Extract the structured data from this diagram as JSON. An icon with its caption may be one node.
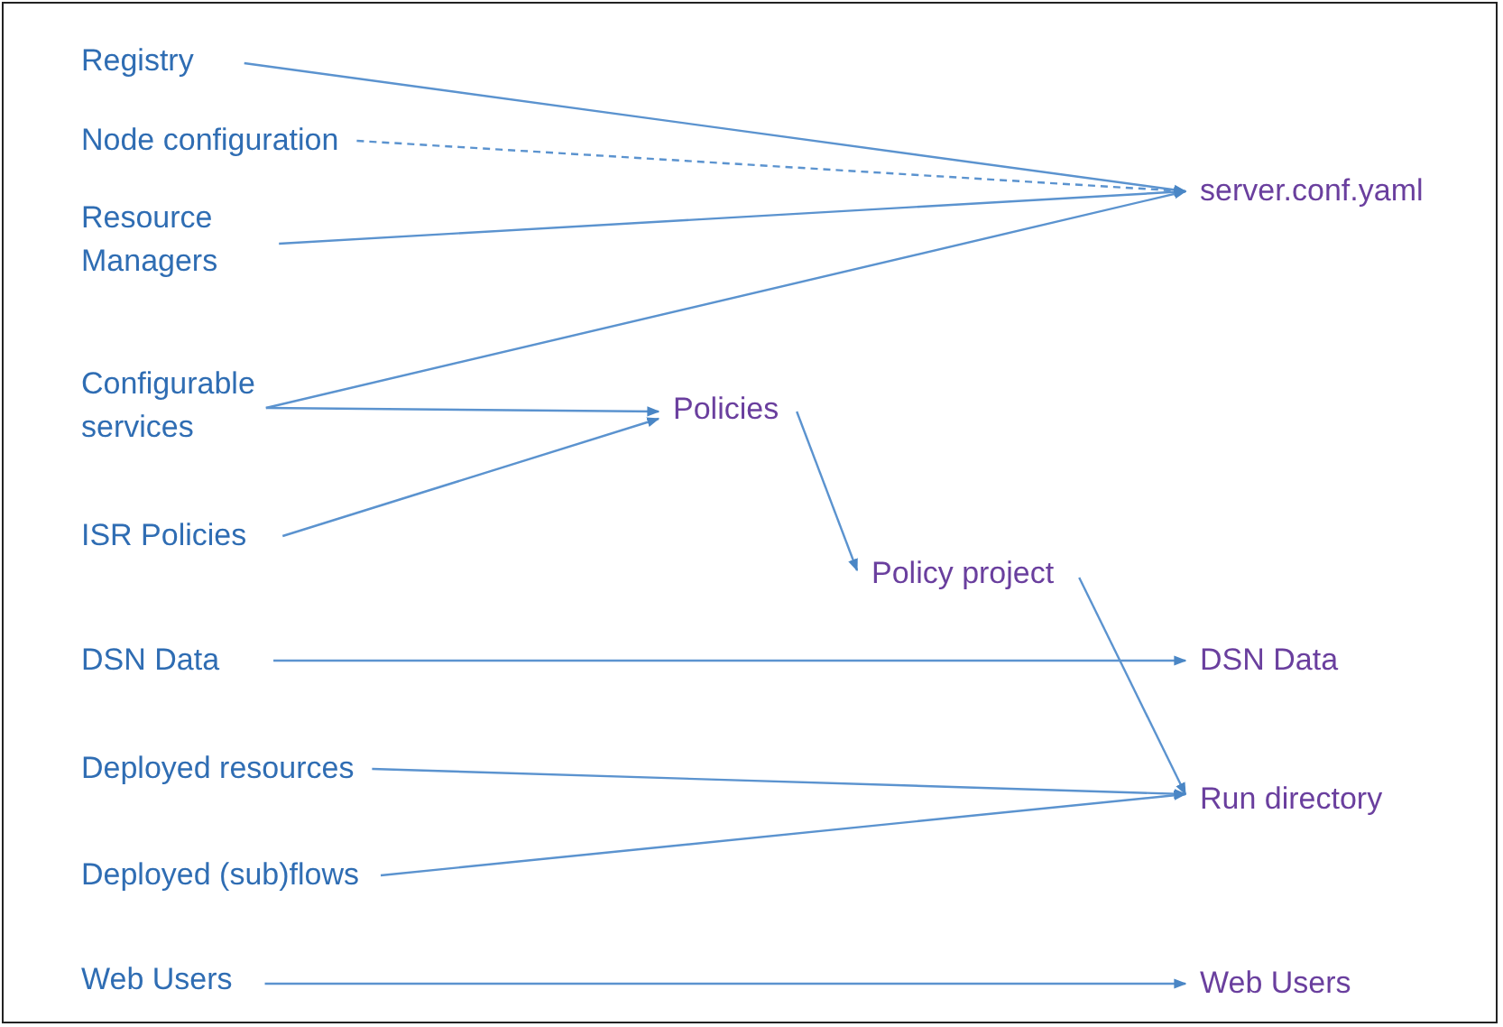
{
  "diagram": {
    "nodes": [
      {
        "text": [
          "Registry"
        ]
      },
      {
        "text": [
          "Node configuration"
        ]
      },
      {
        "text": [
          "Resource Managers"
        ]
      },
      {
        "text": [
          "Configurable services"
        ]
      },
      {
        "text": [
          "ISR Policies"
        ]
      },
      {
        "text": [
          "DSN Data"
        ]
      },
      {
        "text": [
          "Deployed resources"
        ]
      },
      {
        "text": [
          "Deployed (sub)flows"
        ]
      },
      {
        "text": [
          "Web Users"
        ]
      },
      {
        "text": [
          "server.conf.yaml"
        ]
      },
      {
        "text": [
          "Policies"
        ]
      },
      {
        "text": [
          "Policy project"
        ]
      },
      {
        "text": [
          "DSN Data"
        ]
      },
      {
        "text": [
          "Run directory"
        ]
      },
      {
        "text": [
          "Web Users"
        ]
      }
    ],
    "edges": [
      {
        "from": 0,
        "to": 9,
        "arrow": "to"
      },
      {
        "from": 1,
        "to": 9,
        "arrow": "to",
        "style": "dashed"
      },
      {
        "from": 2,
        "to": 9,
        "arrow": "to"
      },
      {
        "from": 3,
        "to": 9,
        "arrow": "to"
      },
      {
        "from": 3,
        "to": 10,
        "arrow": "to"
      },
      {
        "from": 4,
        "to": 10,
        "arrow": "to"
      },
      {
        "from": 10,
        "to": 11,
        "arrow": "to"
      },
      {
        "from": 11,
        "to": 13,
        "arrow": "to"
      },
      {
        "from": 5,
        "to": 12,
        "arrow": "to"
      },
      {
        "from": 6,
        "to": 13,
        "arrow": "to"
      },
      {
        "from": 7,
        "to": 13,
        "arrow": "to"
      },
      {
        "from": 8,
        "to": 14,
        "arrow": "to"
      }
    ]
  }
}
